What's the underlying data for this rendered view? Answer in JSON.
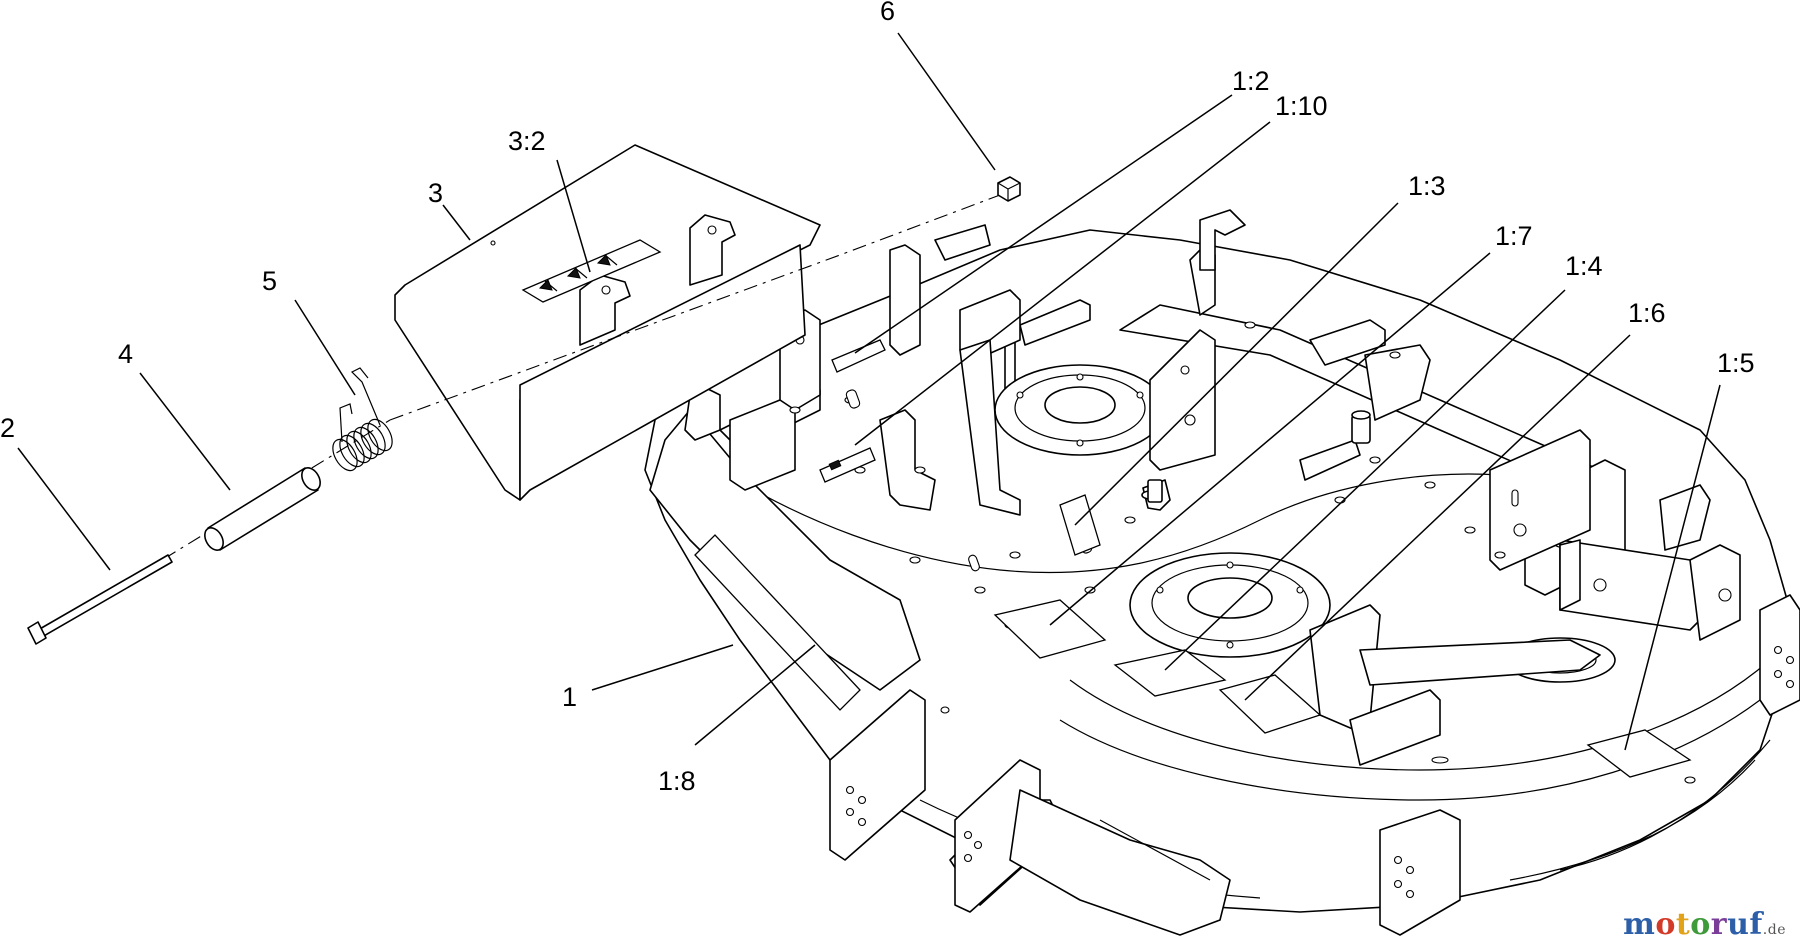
{
  "callouts": [
    {
      "id": "c-6",
      "label": "6"
    },
    {
      "id": "c-1-2",
      "label": "1:2"
    },
    {
      "id": "c-1-10",
      "label": "1:10"
    },
    {
      "id": "c-3-2",
      "label": "3:2"
    },
    {
      "id": "c-3",
      "label": "3"
    },
    {
      "id": "c-5",
      "label": "5"
    },
    {
      "id": "c-4",
      "label": "4"
    },
    {
      "id": "c-2",
      "label": "2"
    },
    {
      "id": "c-1-3",
      "label": "1:3"
    },
    {
      "id": "c-1-7",
      "label": "1:7"
    },
    {
      "id": "c-1-4",
      "label": "1:4"
    },
    {
      "id": "c-1-6",
      "label": "1:6"
    },
    {
      "id": "c-1-5",
      "label": "1:5"
    },
    {
      "id": "c-1",
      "label": "1"
    },
    {
      "id": "c-1-8",
      "label": "1:8"
    }
  ],
  "watermark": {
    "text": "motoruf",
    "tld": ".de",
    "colors": [
      "#2d5fa8",
      "#d23a2a",
      "#e2a21a",
      "#3e9a3a",
      "#7a3e98"
    ]
  }
}
